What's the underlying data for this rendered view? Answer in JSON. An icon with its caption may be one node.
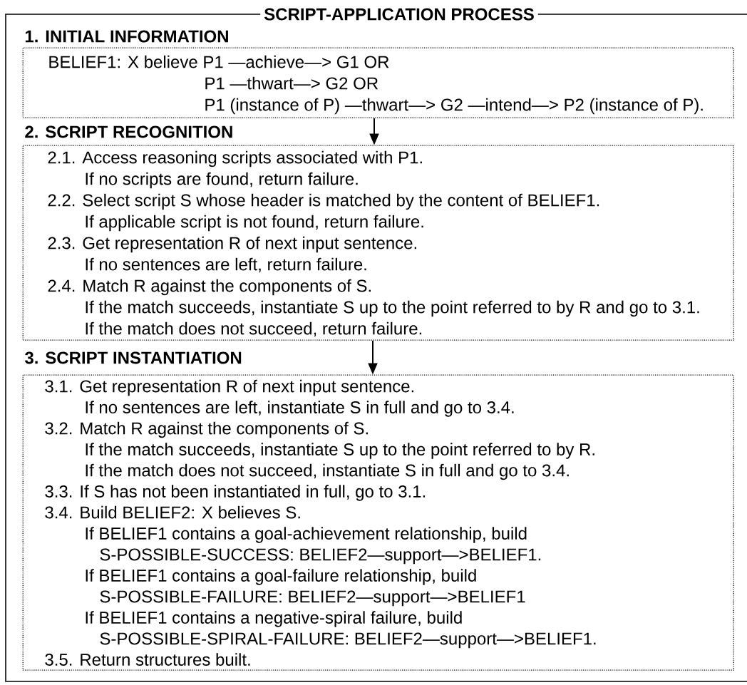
{
  "diagram": {
    "nodes": [
      {
        "text": [
          "SCRIPT-APPLICATION PROCESS"
        ]
      },
      {
        "text": [
          "1. INITIAL INFORMATION",
          "BELIEF1: X believe P1 —achieve—> G1 OR",
          "P1 —thwart—> G2 OR",
          "P1 (instance of P) —thwart—> G2 —intend—> P2 (instance of P)."
        ],
        "in": 0
      },
      {
        "text": [
          "2. SCRIPT RECOGNITION",
          "2.1. Access reasoning scripts associated with P1.",
          "If no scripts are found, return failure.",
          "2.2. Select script S whose header is matched by the content of BELIEF1.",
          "If applicable script is not found, return failure.",
          "2.3. Get representation R of next input sentence.",
          "If no sentences are left, return failure.",
          "2.4. Match R against the components of S.",
          "If the match succeeds, instantiate S up to the point referred to by R and go to 3.1.",
          "If the match does not succeed, return failure."
        ],
        "in": 0
      },
      {
        "text": [
          "3. SCRIPT INSTANTIATION",
          "3.1. Get representation R of next input sentence.",
          "If no sentences are left, instantiate S in full and go to 3.4.",
          "3.2. Match R against the components of S.",
          "If the match succeeds, instantiate S up to the point referred to by R.",
          "If the match does not succeed, instantiate S in full and go to 3.4.",
          "3.3. If S has not been instantiated in full, go to 3.1.",
          "3.4. Build BELIEF2: X believes S.",
          "If BELIEF1 contains a goal-achievement relationship, build",
          "S-POSSIBLE-SUCCESS: BELIEF2—support—>BELIEF1.",
          "If BELIEF1 contains a goal-failure relationship, build",
          "S-POSSIBLE-FAILURE: BELIEF2—support—>BELIEF1",
          "If BELIEF1 contains a negative-spiral failure, build",
          "S-POSSIBLE-SPIRAL-FAILURE: BELIEF2—support—>BELIEF1.",
          "3.5. Return structures built."
        ],
        "in": 0
      }
    ],
    "edges": [
      {
        "from": 1,
        "to": 2,
        "arrow": "to"
      },
      {
        "from": 2,
        "to": 3,
        "arrow": "to"
      }
    ]
  }
}
